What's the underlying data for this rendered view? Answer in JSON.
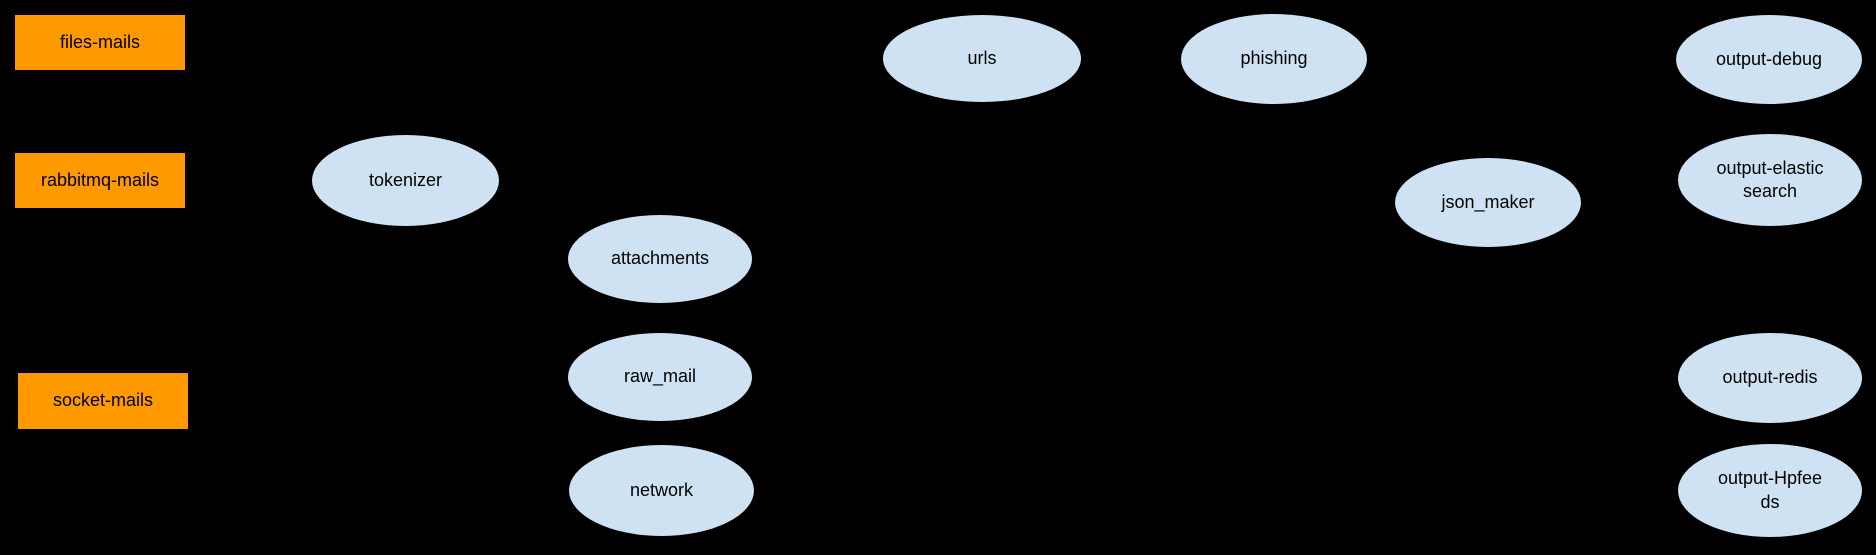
{
  "colors": {
    "background": "#000000",
    "source_fill": "#ff9900",
    "processor_fill": "#cfe2f3",
    "border": "#000000",
    "text": "#000000"
  },
  "nodes": {
    "files_mails": {
      "label": "files-mails"
    },
    "rabbitmq_mails": {
      "label": "rabbitmq-mails"
    },
    "socket_mails": {
      "label": "socket-mails"
    },
    "tokenizer": {
      "label": "tokenizer"
    },
    "attachments": {
      "label": "attachments"
    },
    "raw_mail": {
      "label": "raw_mail"
    },
    "network": {
      "label": "network"
    },
    "urls": {
      "label": "urls"
    },
    "phishing": {
      "label": "phishing"
    },
    "json_maker": {
      "label": "json_maker"
    },
    "output_debug": {
      "label": "output-debug"
    },
    "output_elasticsearch": {
      "line1": "output-elastic",
      "line2": "search"
    },
    "output_redis": {
      "label": "output-redis"
    },
    "output_hpfeeds": {
      "line1": "output-Hpfee",
      "line2": "ds"
    }
  }
}
